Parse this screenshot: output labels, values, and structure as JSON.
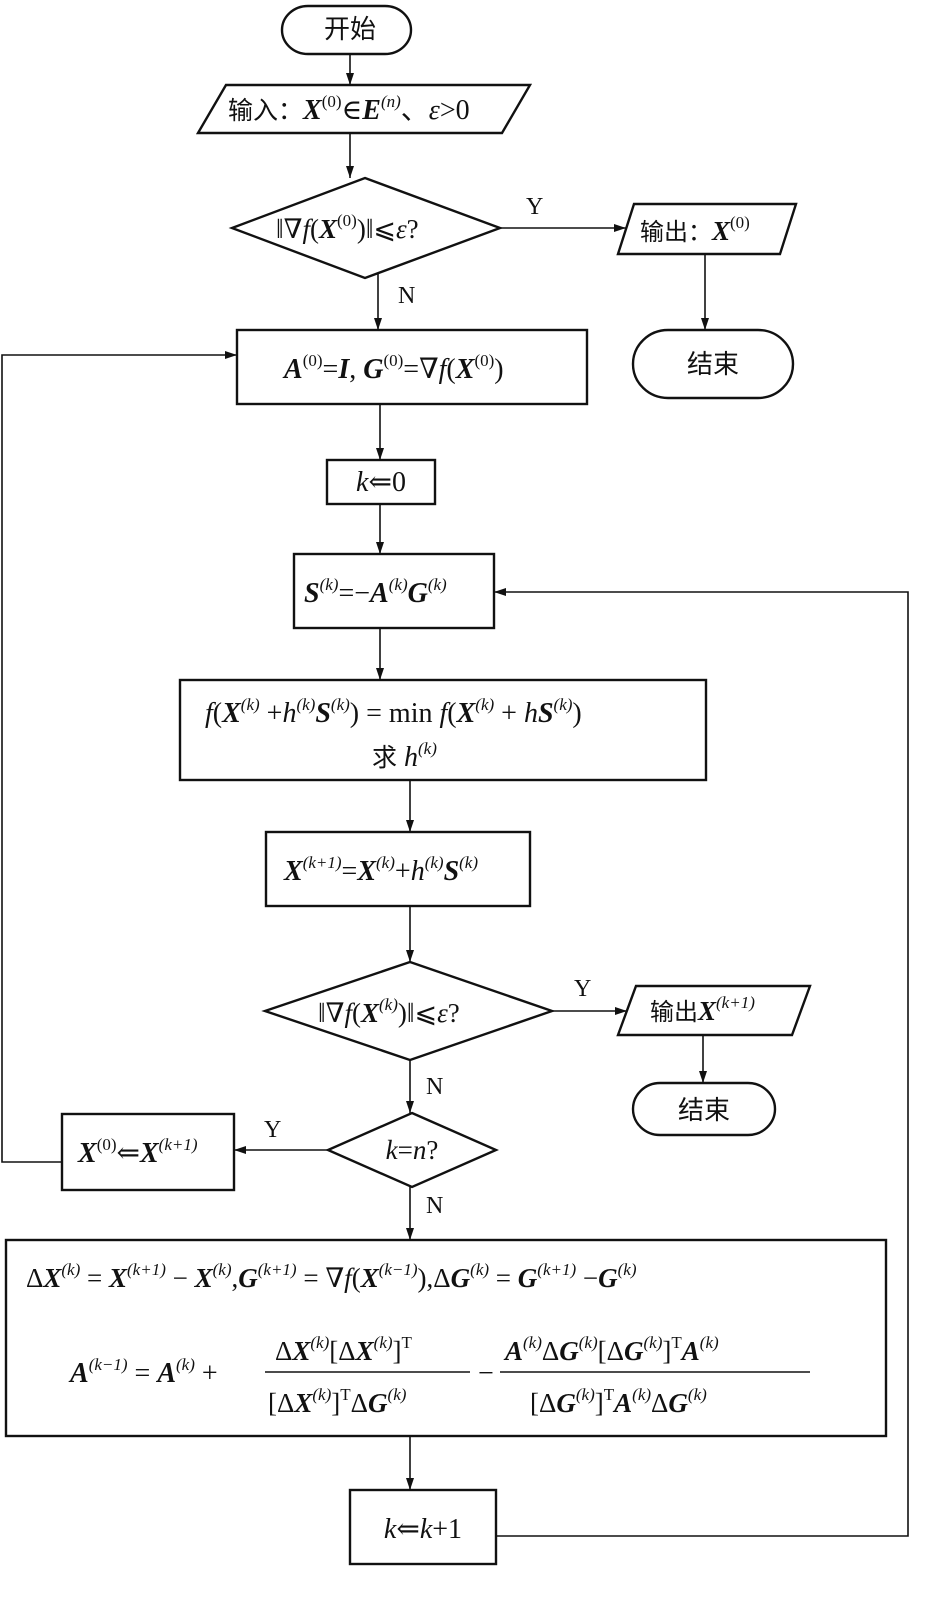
{
  "nodes": {
    "start": "开始",
    "input": "输入：X(0)∈E(n)、ε>0",
    "check1": "‖∇f(X(0))‖⩽ε?",
    "output1": "输出：X(0)",
    "end1": "结束",
    "init": "A(0)=I, G(0)=∇f(X(0))",
    "k0": "k⇐0",
    "dir": "S(k)=−A(k)G(k)",
    "line_search_eq": "f(X(k)+h(k)S(k))=min f(X(k)+hS(k))",
    "line_search_label": "求 h(k)",
    "update_x": "X(k+1)=X(k)+h(k)S(k)",
    "check2": "‖∇f(X(k))‖⩽ε?",
    "output2": "输出X(k+1)",
    "end2": "结束",
    "check_n": "k=n?",
    "reset": "X(0)⇐X(k+1)",
    "update_line1": "ΔX(k)=X(k+1)−X(k), G(k+1)=∇f(X(k−1)), ΔG(k)=G(k+1)−G(k)",
    "update_line2": "A(k−1)=A(k)+ΔX(k)[ΔX(k)]T/([ΔX(k)]TΔG(k))−A(k)ΔG(k)[ΔG(k)]TA(k)/([ΔG(k)]TA(k)ΔG(k))",
    "incr": "k⇐k+1"
  },
  "edge_labels": {
    "yes": "Y",
    "no": "N"
  },
  "glyphs": {
    "paren0": "(0)",
    "parenk": "(k)",
    "parenk1": "(k+1)",
    "parenkm1": "(k−1)",
    "parenn": "(n)",
    "X": "X",
    "A": "A",
    "G": "G",
    "S": "S",
    "E": "E",
    "I": "I",
    "h": "h",
    "f": "f",
    "k": "k",
    "n": "n",
    "eps": "ε",
    "in": "∈",
    "gt0": ">0",
    "leq": "⩽",
    "arrow": "⇐",
    "nabla": "∇",
    "norm": "‖",
    "delta": "Δ",
    "eq": "=",
    "minus": "−",
    "plus": "+",
    "min": "min",
    "T": "T",
    "q": "?",
    "input_prefix": "输入：",
    "output_prefix": "输出：",
    "output2_prefix": "输出",
    "seek": "求",
    "lb": "[",
    "rb": "]",
    "lp": "(",
    "rp": ")",
    "comma": ",",
    "dun": "、",
    "one": "+1"
  }
}
